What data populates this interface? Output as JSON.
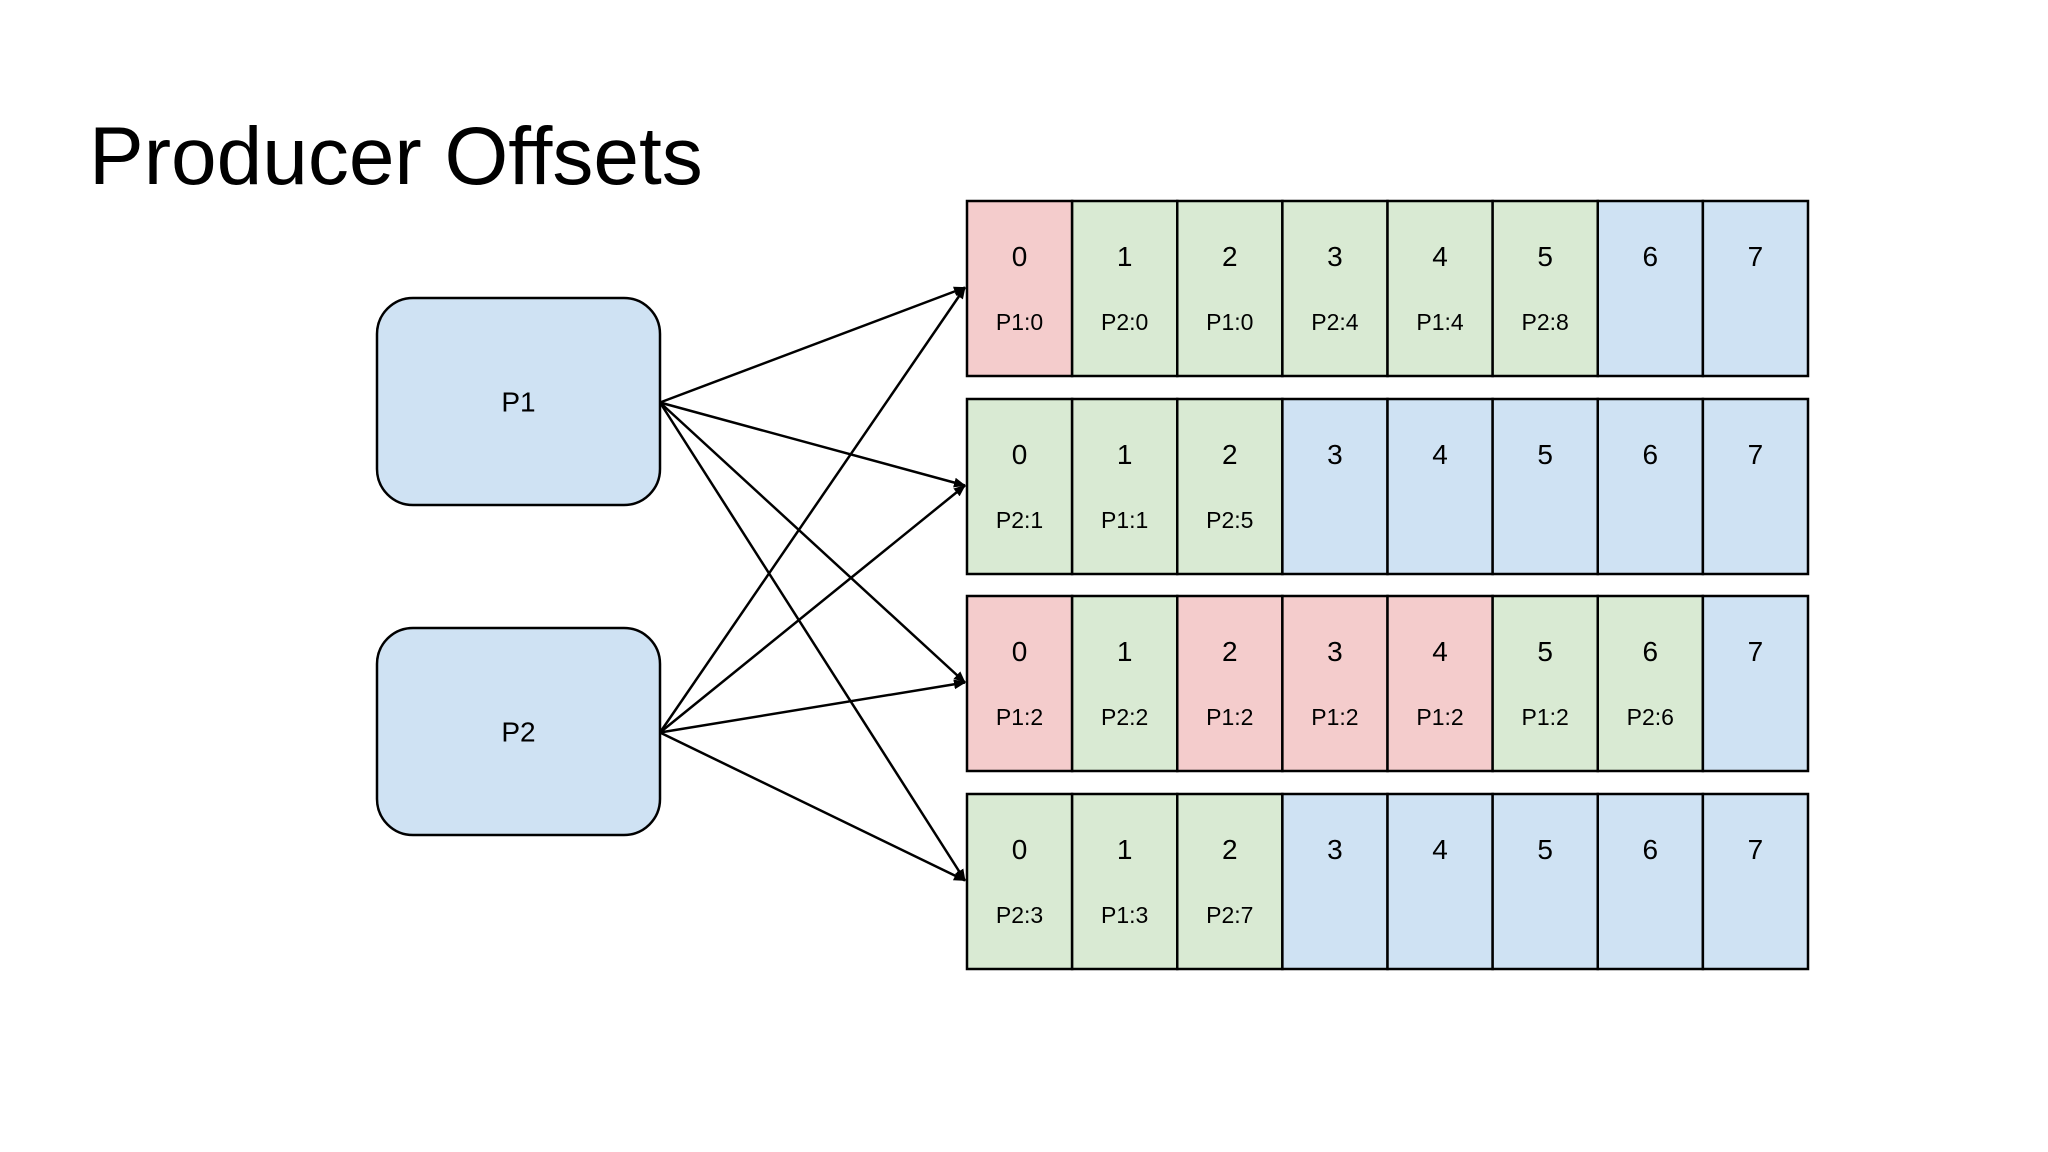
{
  "title": "Producer Offsets",
  "colors": {
    "pink": "#f4cccc",
    "green": "#d9ead3",
    "blue": "#cfe2f3",
    "stroke": "#000000"
  },
  "producers": [
    {
      "label": "P1"
    },
    {
      "label": "P2"
    }
  ],
  "partitions": [
    {
      "cells": [
        {
          "offset": "0",
          "label": "P1:0",
          "color": "pink"
        },
        {
          "offset": "1",
          "label": "P2:0",
          "color": "green"
        },
        {
          "offset": "2",
          "label": "P1:0",
          "color": "green"
        },
        {
          "offset": "3",
          "label": "P2:4",
          "color": "green"
        },
        {
          "offset": "4",
          "label": "P1:4",
          "color": "green"
        },
        {
          "offset": "5",
          "label": "P2:8",
          "color": "green"
        },
        {
          "offset": "6",
          "label": "",
          "color": "blue"
        },
        {
          "offset": "7",
          "label": "",
          "color": "blue"
        }
      ]
    },
    {
      "cells": [
        {
          "offset": "0",
          "label": "P2:1",
          "color": "green"
        },
        {
          "offset": "1",
          "label": "P1:1",
          "color": "green"
        },
        {
          "offset": "2",
          "label": "P2:5",
          "color": "green"
        },
        {
          "offset": "3",
          "label": "",
          "color": "blue"
        },
        {
          "offset": "4",
          "label": "",
          "color": "blue"
        },
        {
          "offset": "5",
          "label": "",
          "color": "blue"
        },
        {
          "offset": "6",
          "label": "",
          "color": "blue"
        },
        {
          "offset": "7",
          "label": "",
          "color": "blue"
        }
      ]
    },
    {
      "cells": [
        {
          "offset": "0",
          "label": "P1:2",
          "color": "pink"
        },
        {
          "offset": "1",
          "label": "P2:2",
          "color": "green"
        },
        {
          "offset": "2",
          "label": "P1:2",
          "color": "pink"
        },
        {
          "offset": "3",
          "label": "P1:2",
          "color": "pink"
        },
        {
          "offset": "4",
          "label": "P1:2",
          "color": "pink"
        },
        {
          "offset": "5",
          "label": "P1:2",
          "color": "green"
        },
        {
          "offset": "6",
          "label": "P2:6",
          "color": "green"
        },
        {
          "offset": "7",
          "label": "",
          "color": "blue"
        }
      ]
    },
    {
      "cells": [
        {
          "offset": "0",
          "label": "P2:3",
          "color": "green"
        },
        {
          "offset": "1",
          "label": "P1:3",
          "color": "green"
        },
        {
          "offset": "2",
          "label": "P2:7",
          "color": "green"
        },
        {
          "offset": "3",
          "label": "",
          "color": "blue"
        },
        {
          "offset": "4",
          "label": "",
          "color": "blue"
        },
        {
          "offset": "5",
          "label": "",
          "color": "blue"
        },
        {
          "offset": "6",
          "label": "",
          "color": "blue"
        },
        {
          "offset": "7",
          "label": "",
          "color": "blue"
        }
      ]
    }
  ],
  "edges": [
    {
      "from": 0,
      "to": 0
    },
    {
      "from": 0,
      "to": 1
    },
    {
      "from": 0,
      "to": 2
    },
    {
      "from": 0,
      "to": 3
    },
    {
      "from": 1,
      "to": 0
    },
    {
      "from": 1,
      "to": 1
    },
    {
      "from": 1,
      "to": 2
    },
    {
      "from": 1,
      "to": 3
    }
  ]
}
